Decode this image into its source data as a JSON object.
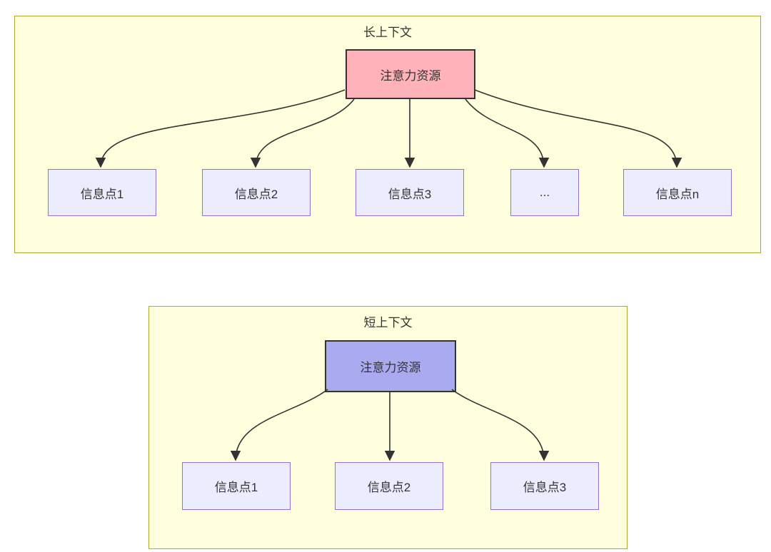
{
  "diagram": {
    "clusters": [
      {
        "title": "长上下文",
        "root": "注意力资源",
        "children": [
          "信息点1",
          "信息点2",
          "信息点3",
          "...",
          "信息点n"
        ]
      },
      {
        "title": "短上下文",
        "root": "注意力资源",
        "children": [
          "信息点1",
          "信息点2",
          "信息点3"
        ]
      }
    ],
    "colors": {
      "cluster_fill": "#ffffde",
      "cluster_border": "#aaaa33",
      "node_fill": "#ececff",
      "node_border": "#9370db",
      "root_long_fill": "#ffb2b9",
      "root_short_fill": "#aaaaf0",
      "root_border": "#333333",
      "edge": "#333333",
      "text": "#333333"
    }
  }
}
